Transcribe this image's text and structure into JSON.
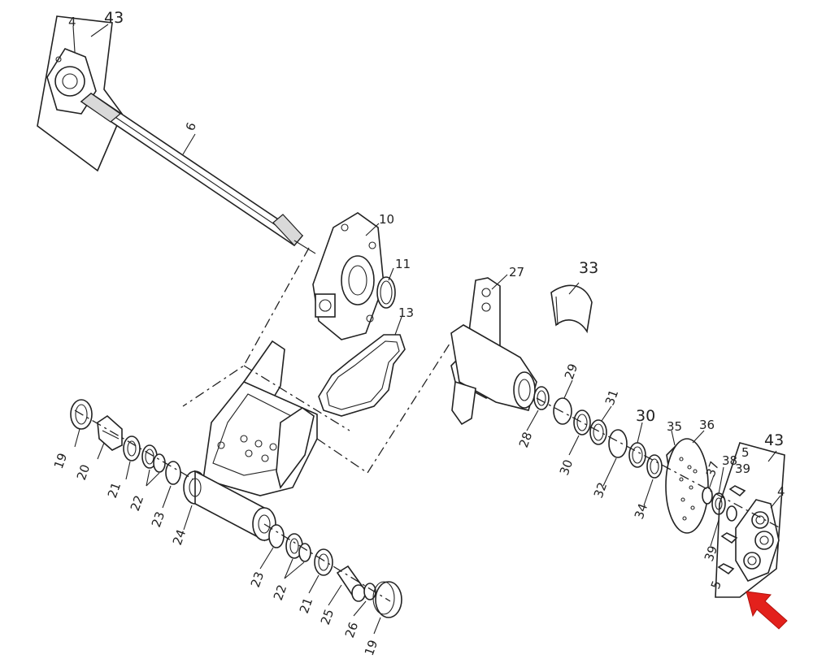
{
  "labels": {
    "l43a": "43",
    "l4a": "4",
    "l6": "6",
    "l10": "10",
    "l11": "11",
    "l13": "13",
    "l19a": "19",
    "l20": "20",
    "l21a": "21",
    "l22a": "22",
    "l23a": "23",
    "l24": "24",
    "l23b": "23",
    "l22b": "22",
    "l21b": "21",
    "l25": "25",
    "l26": "26",
    "l19b": "19",
    "l27": "27",
    "l33": "33",
    "l28": "28",
    "l29": "29",
    "l30a": "30",
    "l31": "31",
    "l30b": "30",
    "l32": "32",
    "l34": "34",
    "l35": "35",
    "l36": "36",
    "l37": "37",
    "l38": "38",
    "l39a": "39",
    "l5a": "5",
    "l43b": "43",
    "l4b": "4",
    "l39b": "39",
    "l5b": "5"
  },
  "colors": {
    "line": "#222222",
    "arrow": "#e3211c",
    "background": "#ffffff"
  },
  "icons": {
    "highlight_arrow": "red-pointer-arrow-icon"
  }
}
